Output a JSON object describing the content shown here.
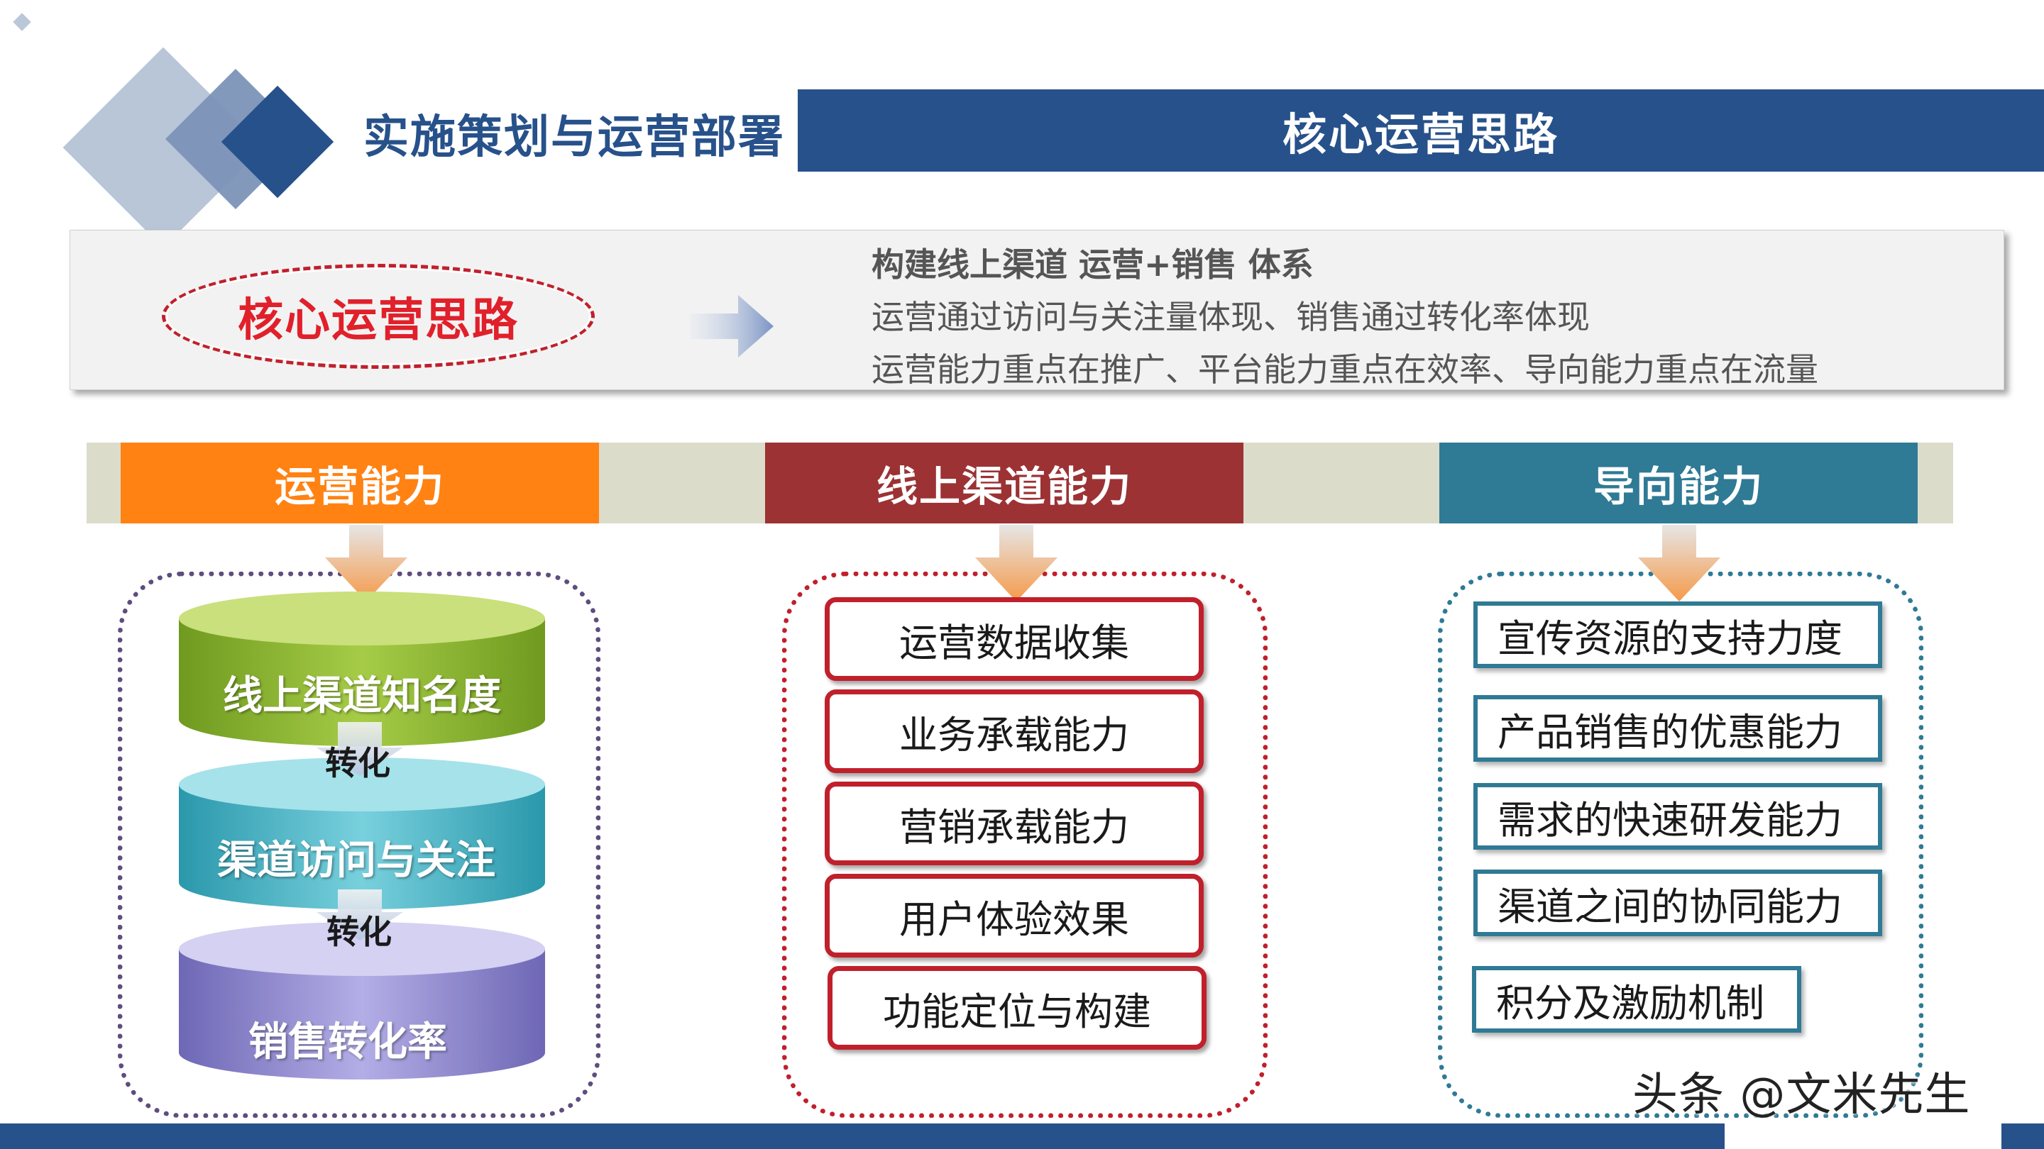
{
  "header": {
    "section_title": "实施策划与运营部署",
    "banner_title": "核心运营思路"
  },
  "summary": {
    "label": "核心运营思路",
    "lines": [
      "构建线上渠道 运营+销售 体系",
      "运营通过访问与关注量体现、销售通过转化率体现",
      "运营能力重点在推广、平台能力重点在效率、导向能力重点在流量"
    ]
  },
  "categories": [
    {
      "label": "运营能力",
      "color": "#ff8213"
    },
    {
      "label": "线上渠道能力",
      "color": "#9c3234"
    },
    {
      "label": "导向能力",
      "color": "#2f7a95"
    }
  ],
  "funnel": {
    "stages": [
      "线上渠道知名度",
      "渠道访问与关注",
      "销售转化率"
    ],
    "conversion_label": "转化"
  },
  "channel_items": [
    "运营数据收集",
    "业务承载能力",
    "营销承载能力",
    "用户体验效果",
    "功能定位与构建"
  ],
  "guide_items": [
    "宣传资源的支持力度",
    "产品销售的优惠能力",
    "需求的快速研发能力",
    "渠道之间的协同能力",
    "积分及激励机制"
  ],
  "watermark": "头条 @文米先生"
}
